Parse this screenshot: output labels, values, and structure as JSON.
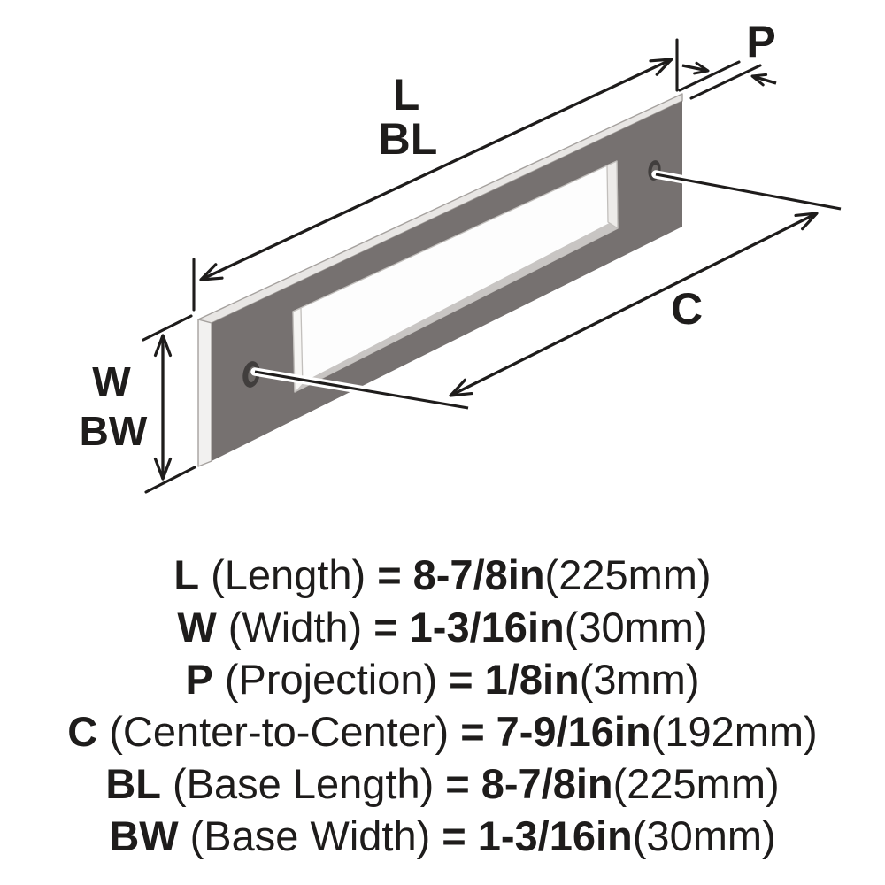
{
  "diagram": {
    "labels": {
      "length": "L",
      "base_length": "BL",
      "projection": "P",
      "center_to_center": "C",
      "width": "W",
      "base_width": "BW"
    }
  },
  "specs": [
    {
      "term": "L",
      "desc": "(Length)",
      "eq": "=",
      "value_in": "8-7/8in",
      "value_mm": "(225mm)"
    },
    {
      "term": "W",
      "desc": "(Width)",
      "eq": "=",
      "value_in": "1-3/16in",
      "value_mm": "(30mm)"
    },
    {
      "term": "P",
      "desc": "(Projection)",
      "eq": "=",
      "value_in": "1/8in",
      "value_mm": "(3mm)"
    },
    {
      "term": "C",
      "desc": "(Center-to-Center)",
      "eq": "=",
      "value_in": "7-9/16in",
      "value_mm": "(192mm)"
    },
    {
      "term": "BL",
      "desc": "(Base Length)",
      "eq": "=",
      "value_in": "8-7/8in",
      "value_mm": "(225mm)"
    },
    {
      "term": "BW",
      "desc": "(Base Width)",
      "eq": "=",
      "value_in": "1-3/16in",
      "value_mm": "(30mm)"
    }
  ],
  "colors": {
    "ink": "#1e1c1b",
    "plate_face": "#767170",
    "plate_top": "#e8e6e4",
    "plate_left": "#f2f1f0",
    "cutout": "#fdfdfd",
    "lip_bottom": "#c8c5c3",
    "lip_right": "#edebe9",
    "lip_left": "#f6f5f3",
    "hole": "#413e3d",
    "hole_inner": "#6e6a68"
  }
}
